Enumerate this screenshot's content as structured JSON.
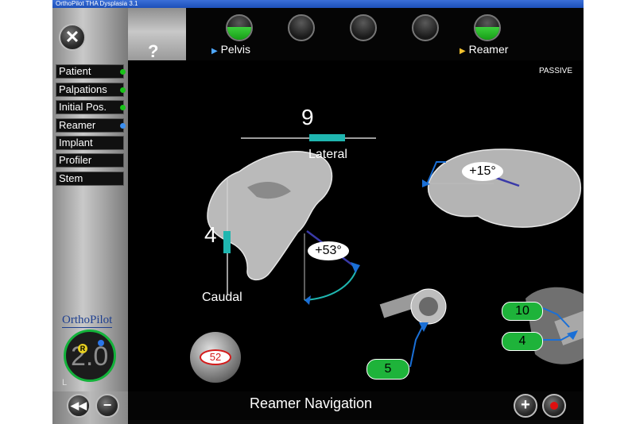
{
  "window": {
    "title": "OrthoPilot THA Dysplasia 3.1"
  },
  "header": {
    "help_label": "?",
    "left_stage_label": "Pelvis",
    "right_stage_label": "Reamer",
    "stages": [
      {
        "active": true
      },
      {
        "active": false
      },
      {
        "active": false
      },
      {
        "active": false
      },
      {
        "active": true
      }
    ],
    "mode_label": "PASSIVE"
  },
  "sidebar": {
    "items": [
      {
        "label": "Patient",
        "led": "#19c319"
      },
      {
        "label": "Palpations",
        "led": "#19c319"
      },
      {
        "label": "Initial Pos.",
        "led": "#19c319"
      },
      {
        "label": "Reamer",
        "led": "#3b8ff0"
      },
      {
        "label": "Implant",
        "led": ""
      },
      {
        "label": "Profiler",
        "led": ""
      },
      {
        "label": "Stem",
        "led": ""
      }
    ],
    "logo_text": "OrthoPilot",
    "version_value": "2.0",
    "version_badge": "R",
    "side_label": "L"
  },
  "views": {
    "frontal": {
      "lateral_value": "9",
      "lateral_label": "Lateral",
      "caudal_value": "4",
      "caudal_label": "Caudal",
      "inclination": "+53°"
    },
    "axial": {
      "anteversion": "+15°"
    },
    "reamer_tool": {
      "value": "5"
    },
    "reamer_pos": {
      "value_top": "10",
      "value_bottom": "4"
    },
    "ball_counter": "52"
  },
  "footer": {
    "title": "Reamer Navigation"
  },
  "colors": {
    "accent_teal": "#1fb6b0",
    "green_badge": "#1eb33a",
    "blue_marker": "#1a6fd6",
    "counter_red": "#d41a1a"
  }
}
